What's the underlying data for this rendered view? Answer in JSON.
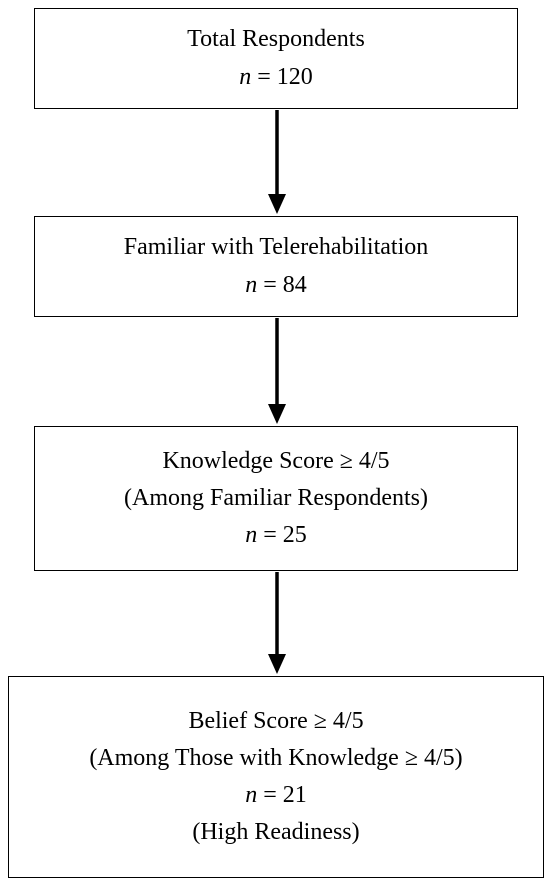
{
  "flowchart": {
    "boxes": [
      {
        "title": "Total Respondents",
        "n_symbol": "n",
        "n_value": "= 120"
      },
      {
        "title": "Familiar with Telerehabilitation",
        "n_symbol": "n",
        "n_value": "= 84"
      },
      {
        "title": "Knowledge Score ≥ 4/5",
        "subtitle": "(Among Familiar Respondents)",
        "n_symbol": "n",
        "n_value": "= 25"
      },
      {
        "title": "Belief Score ≥ 4/5",
        "subtitle": "(Among Those with Knowledge ≥ 4/5)",
        "n_symbol": "n",
        "n_value": "= 21",
        "note": "(High Readiness)"
      }
    ]
  }
}
